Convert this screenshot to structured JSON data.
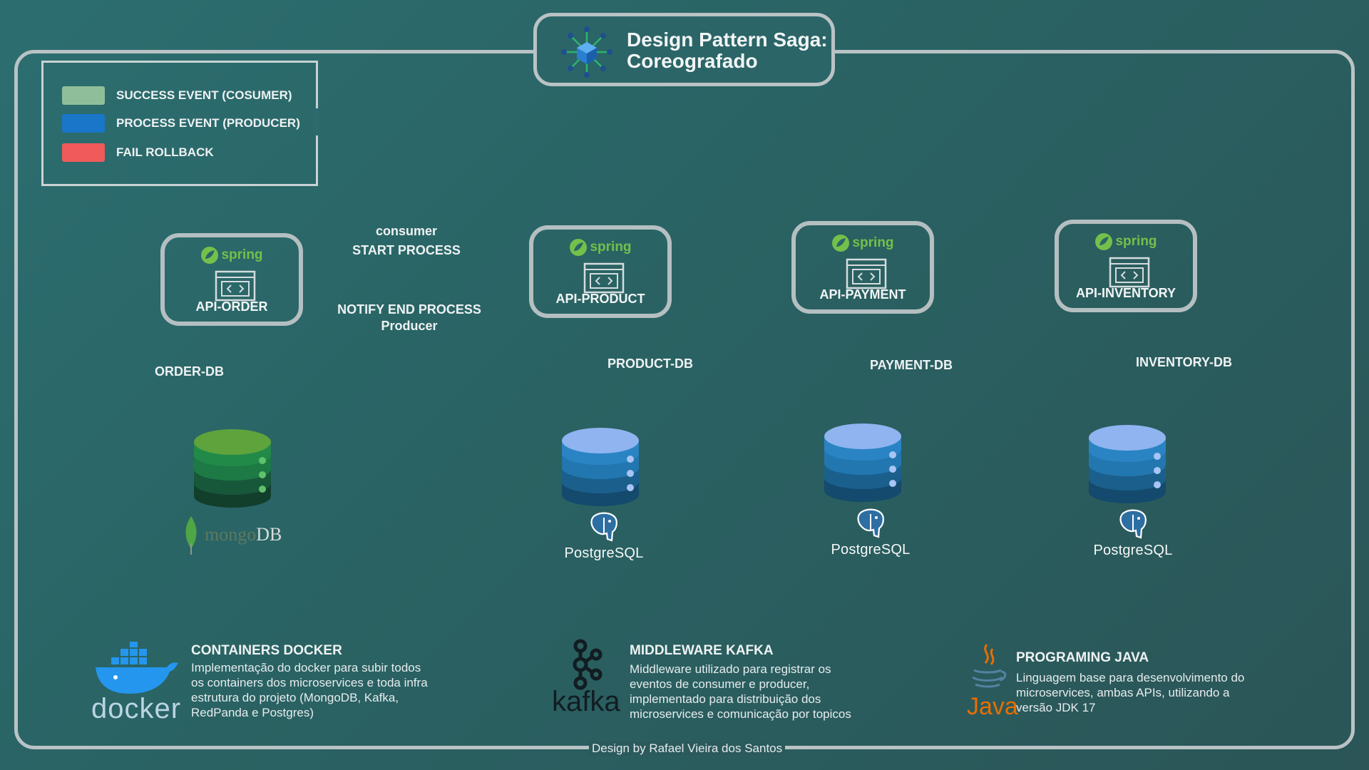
{
  "title": {
    "line1": "Design Pattern Saga:",
    "line2": "Coreografado"
  },
  "legend": [
    {
      "label": "SUCCESS EVENT (COSUMER)",
      "color": "#8fbf9a"
    },
    {
      "label": "PROCESS EVENT (PRODUCER)",
      "color": "#1976c8"
    },
    {
      "label": "FAIL ROLLBACK",
      "color": "#f05a5a"
    }
  ],
  "spring_text": "spring",
  "apis": [
    {
      "label": "API-ORDER"
    },
    {
      "label": "API-PRODUCT"
    },
    {
      "label": "API-PAYMENT"
    },
    {
      "label": "API-INVENTORY"
    }
  ],
  "flow": {
    "consumer": "consumer",
    "start": "START PROCESS",
    "notify": "NOTIFY END PROCESS",
    "producer": "Producer"
  },
  "dbs": [
    {
      "label": "ORDER-DB",
      "tech": "mongoDB"
    },
    {
      "label": "PRODUCT-DB",
      "tech": "PostgreSQL"
    },
    {
      "label": "PAYMENT-DB",
      "tech": "PostgreSQL"
    },
    {
      "label": "INVENTORY-DB",
      "tech": "PostgreSQL"
    }
  ],
  "mongo": {
    "part1": "mongo",
    "part2": "DB"
  },
  "bottom": {
    "docker": {
      "logo": "docker",
      "title": "CONTAINERS DOCKER",
      "lines": [
        "Implementação do docker para subir todos",
        "os containers dos microservices e toda infra",
        "estrutura do projeto (MongoDB, Kafka,",
        "RedPanda e Postgres)"
      ]
    },
    "kafka": {
      "logo": "kafka",
      "title": "MIDDLEWARE KAFKA",
      "lines": [
        "Middleware utilizado para registrar os",
        "eventos de consumer e producer,",
        "implementado para distribuição dos",
        "microservices e comunicação por topicos"
      ]
    },
    "java": {
      "logo": "Java",
      "title": "PROGRAMING JAVA",
      "lines": [
        "Linguagem base para desenvolvimento do",
        "microservices, ambas APIs, utilizando a",
        "versão JDK 17"
      ]
    }
  },
  "credit": "Design by Rafael Vieira dos Santos"
}
